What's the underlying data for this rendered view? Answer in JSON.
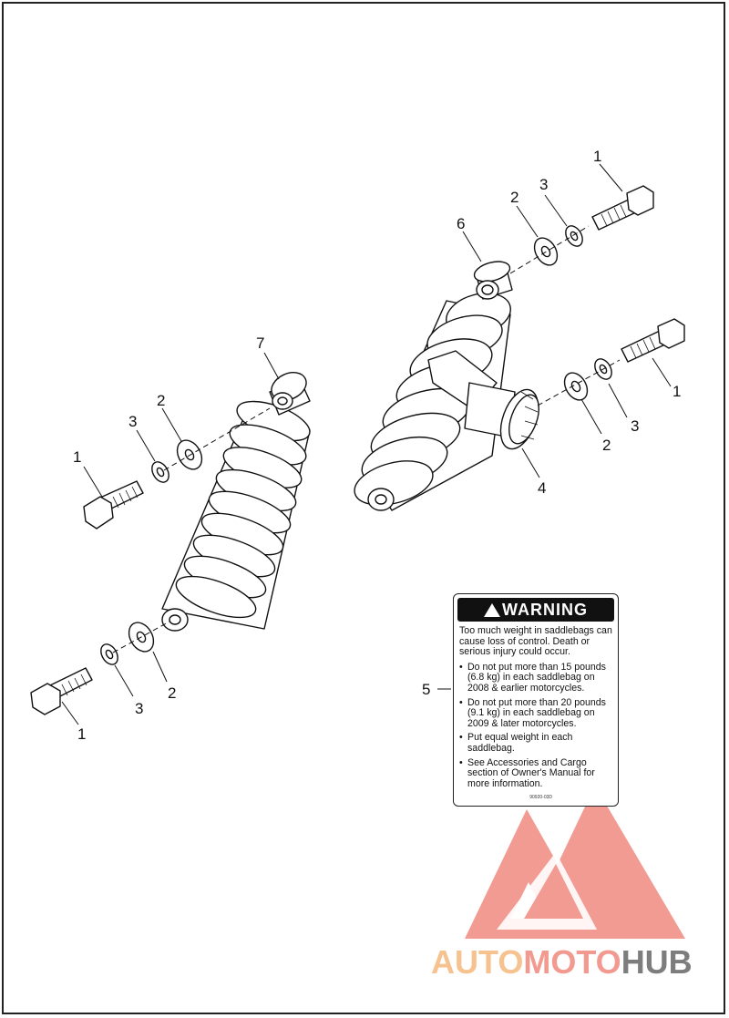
{
  "callouts": {
    "left_top_bolt": "1",
    "left_top_lockwasher": "3",
    "left_top_washer": "2",
    "left_shock": "7",
    "left_bottom_bolt": "1",
    "left_bottom_lockwasher": "3",
    "left_bottom_washer": "2",
    "right_top_bolt": "1",
    "right_top_lockwasher": "3",
    "right_top_washer": "2",
    "right_shock_bushing": "6",
    "right_bottom_bolt": "1",
    "right_bottom_lockwasher": "3",
    "right_bottom_washer": "2",
    "preload_knob": "4",
    "warning_label": "5"
  },
  "warning_label": {
    "heading": "WARNING",
    "intro": "Too much weight in saddlebags can cause loss of control.  Death or serious injury could occur.",
    "bullets": [
      "Do not put more than 15 pounds (6.8 kg) in each saddlebag on 2008 & earlier motorcycles.",
      "Do not put more than 20 pounds (9.1 kg) in each saddlebag on 2009 & later motorcycles.",
      "Put equal weight in each saddlebag.",
      "See Accessories and Cargo section of Owner's Manual for more information."
    ],
    "part_number": "90920-03D"
  },
  "watermark": {
    "part1": "AUTO",
    "part2": "MOTO",
    "part3": "HUB",
    "colors": {
      "auto": "#f6c28f",
      "moto": "#f29a8f",
      "hub": "#7d7d7d",
      "logo": "#f08a80"
    }
  }
}
